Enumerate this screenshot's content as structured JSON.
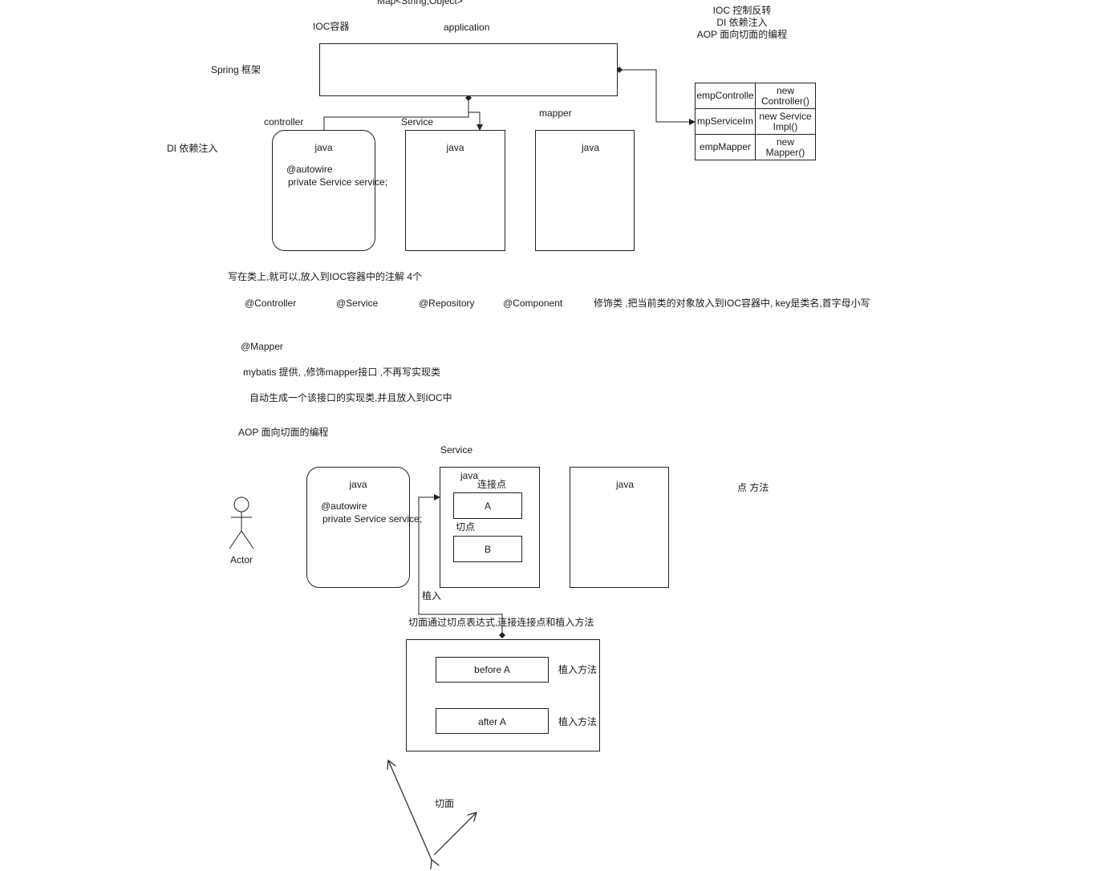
{
  "top": {
    "map_label": "Map<String,Object>",
    "ioc_container_label": "IOC容器",
    "application_label": "application",
    "spring_label": "Spring 框架",
    "notes": [
      "IOC 控制反转",
      "DI 依赖注入",
      "AOP 面向切面的编程"
    ]
  },
  "ioc_table": {
    "rows": [
      {
        "key": "empControlle",
        "value": "new Controller()"
      },
      {
        "key": "mpServiceIm",
        "value": "new Service Impl()"
      },
      {
        "key": "empMapper",
        "value": "new Mapper()"
      }
    ]
  },
  "layers": {
    "di_label": "DI 依赖注入",
    "controller_label": "controller",
    "service_label": "Service",
    "mapper_label": "mapper",
    "java": "java",
    "autowire": "@autowire",
    "private_field": "private Service service;"
  },
  "annotations": {
    "intro": "写在类上,就可以,放入到IOC容器中的注解 4个",
    "items": [
      "@Controller",
      "@Service",
      "@Repository",
      "@Component"
    ],
    "desc": "修饰类 ,把当前类的对象放入到IOC容器中, key是类名,首字母小写",
    "mapper": "@Mapper",
    "mybatis_note": "mybatis 提供, ,修饰mapper接口 ,不再写实现类",
    "auto_note": "自动生成一个该接口的实现类,并且放入到IOC中"
  },
  "aop": {
    "title": "AOP 面向切面的编程",
    "service_label": "Service",
    "java": "java",
    "join_point": "连接点",
    "a": "A",
    "pointcut": "切点",
    "b": "B",
    "autowire": "@autowire",
    "private_field": "private Service service;",
    "actor": "Actor",
    "point_method": "点 方法",
    "weave": "植入",
    "aspect_note": "切面通过切点表达式,连接连接点和植入方法",
    "before": "before A",
    "after": "after A",
    "weave_method_1": "植入方法",
    "weave_method_2": "植入方法",
    "aspect": "切面"
  }
}
